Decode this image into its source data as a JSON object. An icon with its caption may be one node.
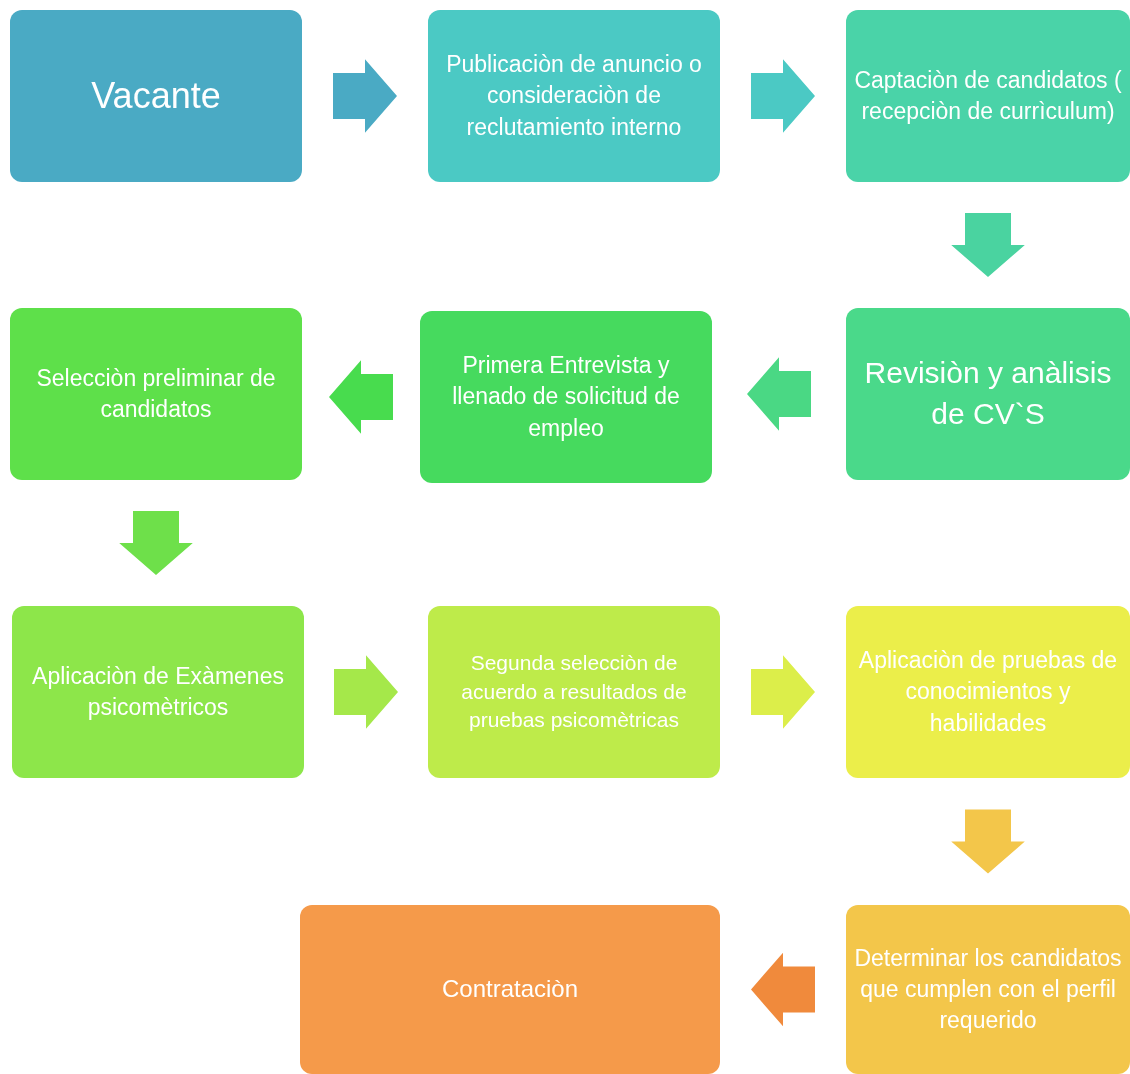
{
  "diagram": {
    "nodes": [
      {
        "text": [
          "Vacante"
        ]
      },
      {
        "text": [
          "Publicaciòn de anuncio o consideraciòn de reclutamiento interno"
        ]
      },
      {
        "text": [
          "Captaciòn de candidatos ( recepciòn de currìculum)"
        ]
      },
      {
        "text": [
          "Revisiòn y anàlisis de CV`S"
        ]
      },
      {
        "text": [
          "Primera Entrevista y llenado de solicitud de empleo"
        ]
      },
      {
        "text": [
          "Selecciòn preliminar de candidatos"
        ]
      },
      {
        "text": [
          "Aplicaciòn de Exàmenes psicomètricos"
        ]
      },
      {
        "text": [
          "Segunda selecciòn de acuerdo a resultados de pruebas psicomètricas"
        ]
      },
      {
        "text": [
          "Aplicaciòn de pruebas  de conocimientos y habilidades"
        ]
      },
      {
        "text": [
          "Determinar los candidatos que cumplen con el perfil requerido"
        ]
      },
      {
        "text": [
          "Contrataciòn"
        ]
      }
    ],
    "edges": [
      {
        "from": 0,
        "to": 1,
        "arrow": "to",
        "style": "thick",
        "color": "#4aaac4"
      },
      {
        "from": 1,
        "to": 2,
        "arrow": "to",
        "style": "thick",
        "color": "#4bc9c4"
      },
      {
        "from": 2,
        "to": 3,
        "arrow": "to",
        "style": "thick",
        "color": "#4ad3a0"
      },
      {
        "from": 3,
        "to": 4,
        "arrow": "to",
        "style": "thick",
        "color": "#4ad884"
      },
      {
        "from": 4,
        "to": 5,
        "arrow": "to",
        "style": "thick",
        "color": "#48dc4e"
      },
      {
        "from": 5,
        "to": 6,
        "arrow": "to",
        "style": "thick",
        "color": "#6ee04a"
      },
      {
        "from": 6,
        "to": 7,
        "arrow": "to",
        "style": "thick",
        "color": "#a5e84a"
      },
      {
        "from": 7,
        "to": 8,
        "arrow": "to",
        "style": "thick",
        "color": "#dcee4a"
      },
      {
        "from": 8,
        "to": 9,
        "arrow": "to",
        "style": "thick",
        "color": "#f3c64a"
      },
      {
        "from": 9,
        "to": 10,
        "arrow": "to",
        "style": "thick",
        "color": "#f08a3c"
      }
    ]
  }
}
